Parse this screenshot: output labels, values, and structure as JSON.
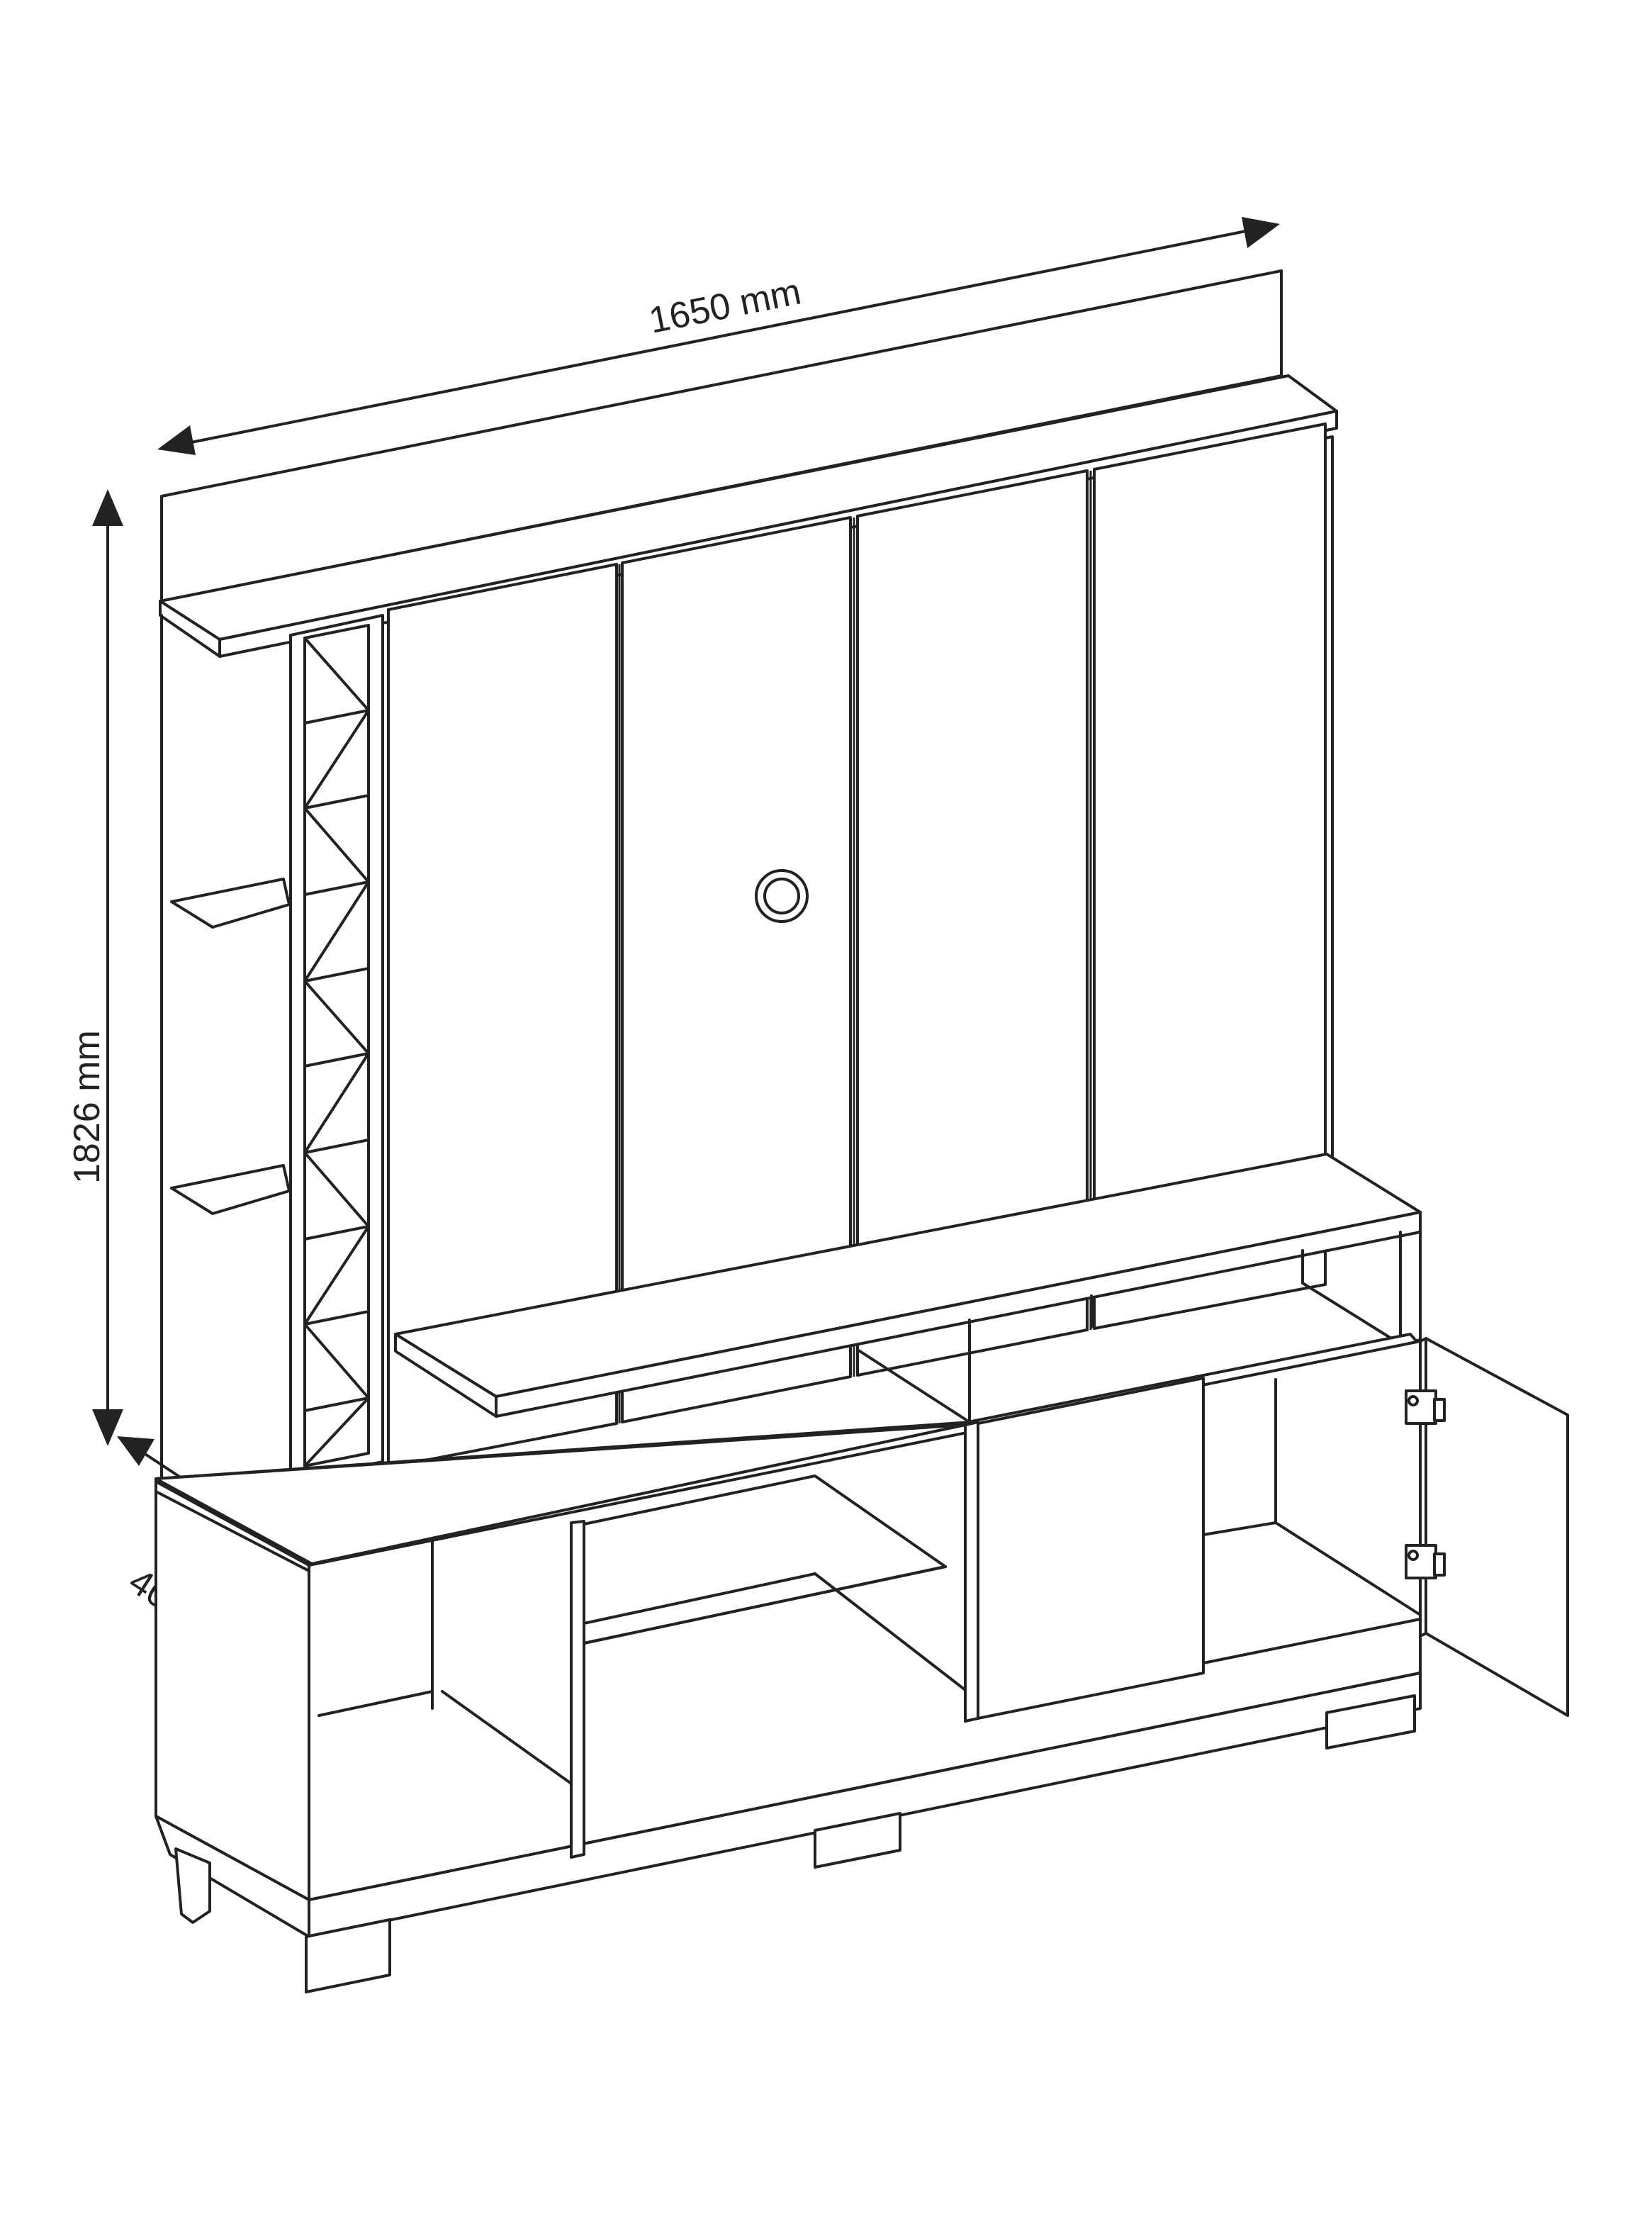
{
  "dimensions": {
    "width": "1650 mm",
    "height": "1826 mm",
    "depth": "403 mm"
  },
  "colors": {
    "line": "#222222",
    "background": "#ffffff"
  }
}
